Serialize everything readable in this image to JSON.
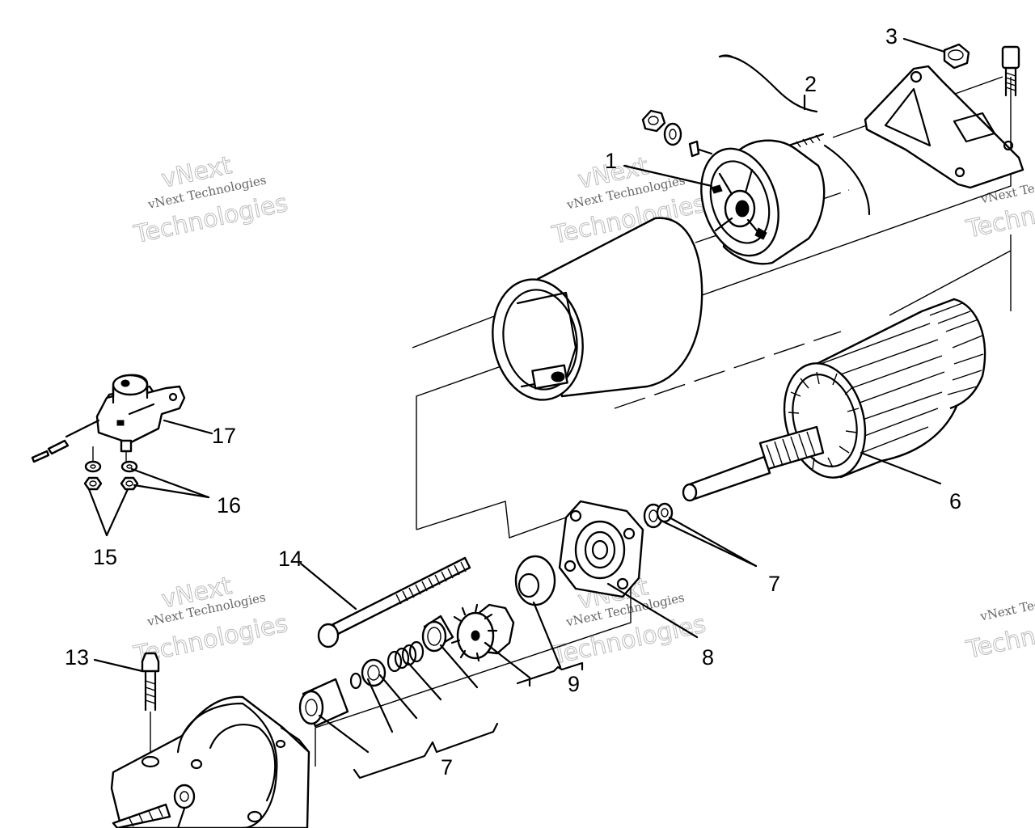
{
  "watermark": {
    "line1": "vNext Technologies",
    "line2": "vNext",
    "line3": "Technologies"
  },
  "callouts": {
    "c1": "1",
    "c2": "2",
    "c3": "3",
    "c6": "6",
    "c7a": "7",
    "c7b": "7",
    "c8": "8",
    "c9": "9",
    "c13": "13",
    "c14": "14",
    "c15": "15",
    "c16": "16",
    "c17": "17"
  }
}
